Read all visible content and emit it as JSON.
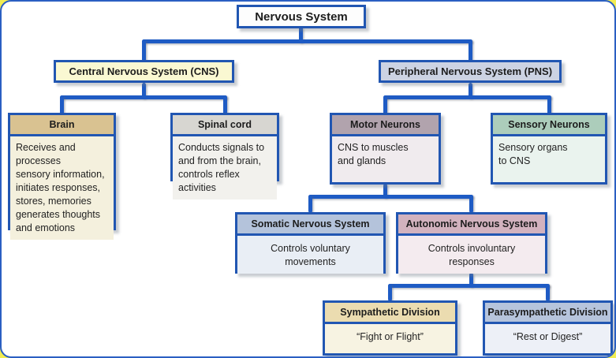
{
  "palette": {
    "box_border": "#2156b2",
    "connector": "#1e5bc4",
    "frame_border": "#2a5fc2",
    "page_corner_accent": "#f2ed52"
  },
  "nodes": {
    "nervous_system": {
      "label": "Nervous System",
      "header_color": "#fdfdfd"
    },
    "cns": {
      "label": "Central Nervous System (CNS)",
      "header_color": "#faf8d2"
    },
    "pns": {
      "label": "Peripheral Nervous System (PNS)",
      "header_color": "#ccd3e3"
    },
    "brain": {
      "label": "Brain",
      "body": "Receives and processes\nsensory information,\ninitiates responses,\nstores, memories\ngenerates thoughts\nand emotions",
      "header_color": "#d9c291",
      "body_color": "#f4f0dd"
    },
    "spinal_cord": {
      "label": "Spinal cord",
      "body": "Conducts signals to\nand from the brain,\ncontrols reflex activities",
      "header_color": "#d7d6d1",
      "body_color": "#f2f1ed"
    },
    "motor_neurons": {
      "label": "Motor Neurons",
      "body": "CNS to muscles\nand glands",
      "header_color": "#b1a3ad",
      "body_color": "#f0ebee"
    },
    "sensory_neurons": {
      "label": "Sensory Neurons",
      "body": "Sensory organs\nto CNS",
      "header_color": "#accdbb",
      "body_color": "#eaf3ee"
    },
    "somatic": {
      "label": "Somatic Nervous System",
      "body": "Controls voluntary\nmovements",
      "header_color": "#b4c3db",
      "body_color": "#e9eef5"
    },
    "autonomic": {
      "label": "Autonomic Nervous System",
      "body": "Controls involuntary\nresponses",
      "header_color": "#d2b2be",
      "body_color": "#f4ebef"
    },
    "sympathetic": {
      "label": "Sympathetic Division",
      "body": "“Fight or Flight”",
      "header_color": "#ebdcb0",
      "body_color": "#f7f3e2"
    },
    "parasympathetic": {
      "label": "Parasympathetic Division",
      "body": "“Rest or Digest”",
      "header_color": "#b6c4dc",
      "body_color": "#edf0f7"
    }
  }
}
